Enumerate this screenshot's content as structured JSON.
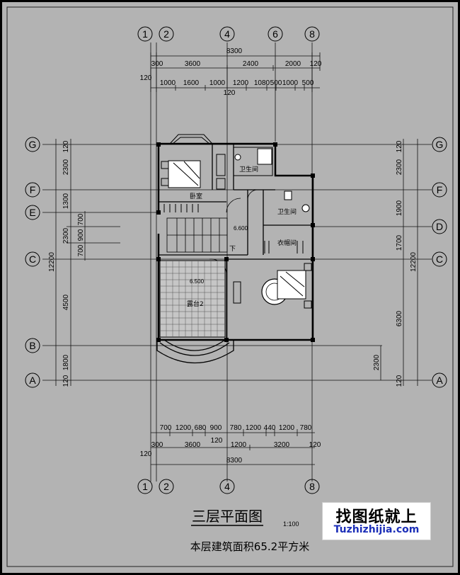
{
  "title": "三层平面图",
  "scale": "1:100",
  "area_note": "本层建筑面积65.2平方米",
  "watermark": {
    "main": "找图纸就上",
    "site": "Tuzhizhijia.com"
  },
  "axis_columns_top": [
    "1",
    "2",
    "4",
    "6",
    "8"
  ],
  "axis_columns_bottom": [
    "1",
    "2",
    "4",
    "8"
  ],
  "axis_rows_left": [
    "G",
    "F",
    "E",
    "C",
    "B",
    "A"
  ],
  "axis_rows_right": [
    "G",
    "F",
    "D",
    "C",
    "A"
  ],
  "dims_top": {
    "total": "8300",
    "row2": [
      "300",
      "3600",
      "2400",
      "2000",
      "120"
    ],
    "row3": [
      "1000",
      "1600",
      "1000",
      "1200",
      "1080",
      "500",
      "1000",
      "500"
    ],
    "edge_a": "120",
    "edge_b": "120"
  },
  "dims_bottom": {
    "row1": [
      "700",
      "1200",
      "680",
      "900",
      "780",
      "1200",
      "440",
      "1200",
      "780"
    ],
    "row2": [
      "300",
      "3600",
      "1200",
      "3200",
      "120"
    ],
    "total": "8300",
    "edge_a": "120",
    "edge_b": "120"
  },
  "dims_left": {
    "outer": [
      "120",
      "2300",
      "1300",
      "2300",
      "4500",
      "1800",
      "120"
    ],
    "inner": [
      "700",
      "900",
      "700"
    ],
    "total": "12200"
  },
  "dims_right": {
    "outer": [
      "120",
      "2300",
      "1900",
      "1700",
      "6300",
      "120"
    ],
    "inner": "2300",
    "total": "12200"
  },
  "rooms": {
    "bedroom": "卧室",
    "bath1": "卫生间",
    "bath2": "卫生间",
    "closet": "衣帽间",
    "terrace": "露台2",
    "level1": "6.600",
    "level2": "6.500",
    "down": "下"
  }
}
